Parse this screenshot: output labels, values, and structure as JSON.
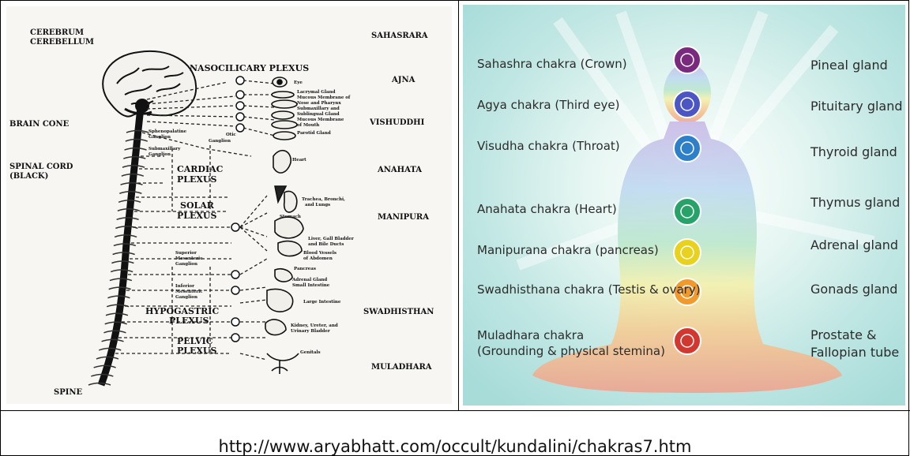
{
  "left_diagram": {
    "cerebrum": "CEREBRUM",
    "cerebellum": "CEREBELLUM",
    "nasociliary": "NASOCILICARY PLEXUS",
    "brain_cone": "BRAIN CONE",
    "spinal_cord": "SPINAL CORD",
    "black": "(BLACK)",
    "cardiac": "CARDIAC",
    "solar": "SOLAR",
    "plexus": "PLEXUS",
    "hypogastric": "HYPOGASTRIC",
    "pelvic": "PELVIC",
    "spine": "SPINE",
    "chakras": [
      "SAHASRARA",
      "AJNA",
      "VISHUDDHI",
      "ANAHATA",
      "MANIPURA",
      "SWADHISTHAN",
      "MULADHARA"
    ],
    "small": {
      "eye": "Eye",
      "lacrymal": "Lacrymal Gland",
      "mucous1": "Mucous Membrane of",
      "nose": "Nose and Pharynx",
      "submax": "Submaxillary and",
      "subling": "Sublingual Gland",
      "mucous2": "Mucous Membrane",
      "mouth": "of Mouth",
      "parotid": "Parotid Gland",
      "heart": "Heart",
      "trachea": "Trachea, Bronchi,",
      "lungs": "and Lungs",
      "stomach": "Stomach",
      "liver": "Liver, Gall Bladder",
      "bile": "and Bile Ducts",
      "blood": "Blood Vessels",
      "abdomen": "of Abdomen",
      "pancreas": "Pancreas",
      "adrenal": "Adrenal Gland",
      "small_int": "Small Intestine",
      "large_int": "Large Intestine",
      "kidney": "Kidney, Ureter, and",
      "urinary": "Urinary Bladder",
      "genitals": "Genitals",
      "sphenopalatine": "Sphenopalatine",
      "ganglion": "Ganglion",
      "submaxillary": "Submaxillary",
      "otic": "Otic",
      "superior": "Superior",
      "mesenteric": "Mesenteric",
      "inferior": "Inferior"
    }
  },
  "right_diagram": {
    "chakras": [
      "Sahashra chakra (Crown)",
      "Agya chakra (Third eye)",
      "Visudha chakra (Throat)",
      "Anahata chakra (Heart)",
      "Manipurana chakra (pancreas)",
      "Swadhisthana chakra (Testis & ovary)",
      "Muladhara chakra"
    ],
    "muladhara_sub": "(Grounding & physical stemina)",
    "glands": [
      "Pineal gland",
      "Pituitary gland",
      "Thyroid gland",
      "Thymus gland",
      "Adrenal gland",
      "Gonads gland",
      "Prostate &"
    ],
    "prostate_sub": "Fallopian tube",
    "chakra_colors": [
      "#7a2a7e",
      "#4b56c4",
      "#2d7fc9",
      "#27a36a",
      "#e8d21d",
      "#f19a2b",
      "#d2382f"
    ]
  },
  "caption": "http://www.aryabhatt.com/occult/kundalini/chakras7.htm"
}
